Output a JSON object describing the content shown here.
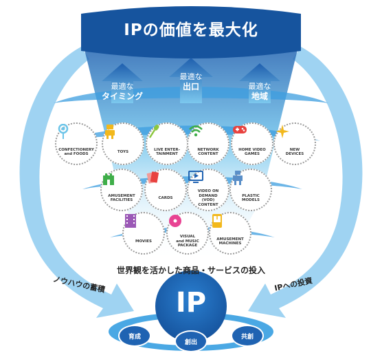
{
  "title": "IPの価値を最大化",
  "optimizations": [
    {
      "line1": "最適な",
      "line2": "タイミング"
    },
    {
      "line1": "最適な",
      "line2": "出口"
    },
    {
      "line1": "最適な",
      "line2": "地域"
    }
  ],
  "categories": [
    {
      "label": "CONFECTIONERY\nand FOODS",
      "icon": "lollipop-icon",
      "color": "#6cc4e8"
    },
    {
      "label": "TOYS",
      "icon": "toy-robot-icon",
      "color": "#f2b81c"
    },
    {
      "label": "LIVE ENTER-\nTAINMENT",
      "icon": "microphone-icon",
      "color": "#8cc63f"
    },
    {
      "label": "NETWORK\nCONTENT",
      "icon": "wifi-icon",
      "color": "#3fae49"
    },
    {
      "label": "HOME VIDEO\nGAMES",
      "icon": "gamepad-icon",
      "color": "#e8423f"
    },
    {
      "label": "NEW\nDEVICES",
      "icon": "sparkle-icon",
      "color": "#f2b81c"
    },
    {
      "label": "AMUSEMENT\nFACILITIES",
      "icon": "castle-icon",
      "color": "#3fae49"
    },
    {
      "label": "CARDS",
      "icon": "cards-icon",
      "color": "#e8423f"
    },
    {
      "label": "VIDEO ON\nDEMAND\n(VOD)\nCONTENT",
      "icon": "play-screen-icon",
      "color": "#1f63b2"
    },
    {
      "label": "PLASTIC\nMODELS",
      "icon": "robot-model-icon",
      "color": "#5a8fc8"
    },
    {
      "label": "MOVIES",
      "icon": "film-icon",
      "color": "#9b59b6"
    },
    {
      "label": "VISUAL\nand MUSIC\nPACKAGE",
      "icon": "disc-icon",
      "color": "#e84393"
    },
    {
      "label": "AMUSEMENT\nMACHINES",
      "icon": "crane-machine-icon",
      "color": "#f2b81c"
    }
  ],
  "band_text": "世界観を活かした商品・サービスの投入",
  "left_label": "ノウハウの蓄積",
  "right_label": "IPへの投資",
  "center": "IP",
  "stages": [
    "育成",
    "創出",
    "共創"
  ]
}
